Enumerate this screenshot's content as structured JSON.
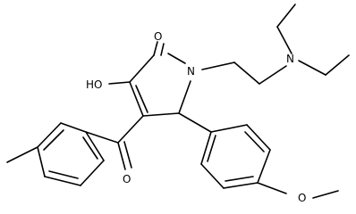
{
  "molecule": {
    "atoms": {
      "oxygen_carbonyl_top": "O",
      "hydroxyl": "HO",
      "ring_nitrogen": "N",
      "amine_nitrogen": "N",
      "ketone_oxygen": "O",
      "methoxy_oxygen": "O"
    }
  }
}
